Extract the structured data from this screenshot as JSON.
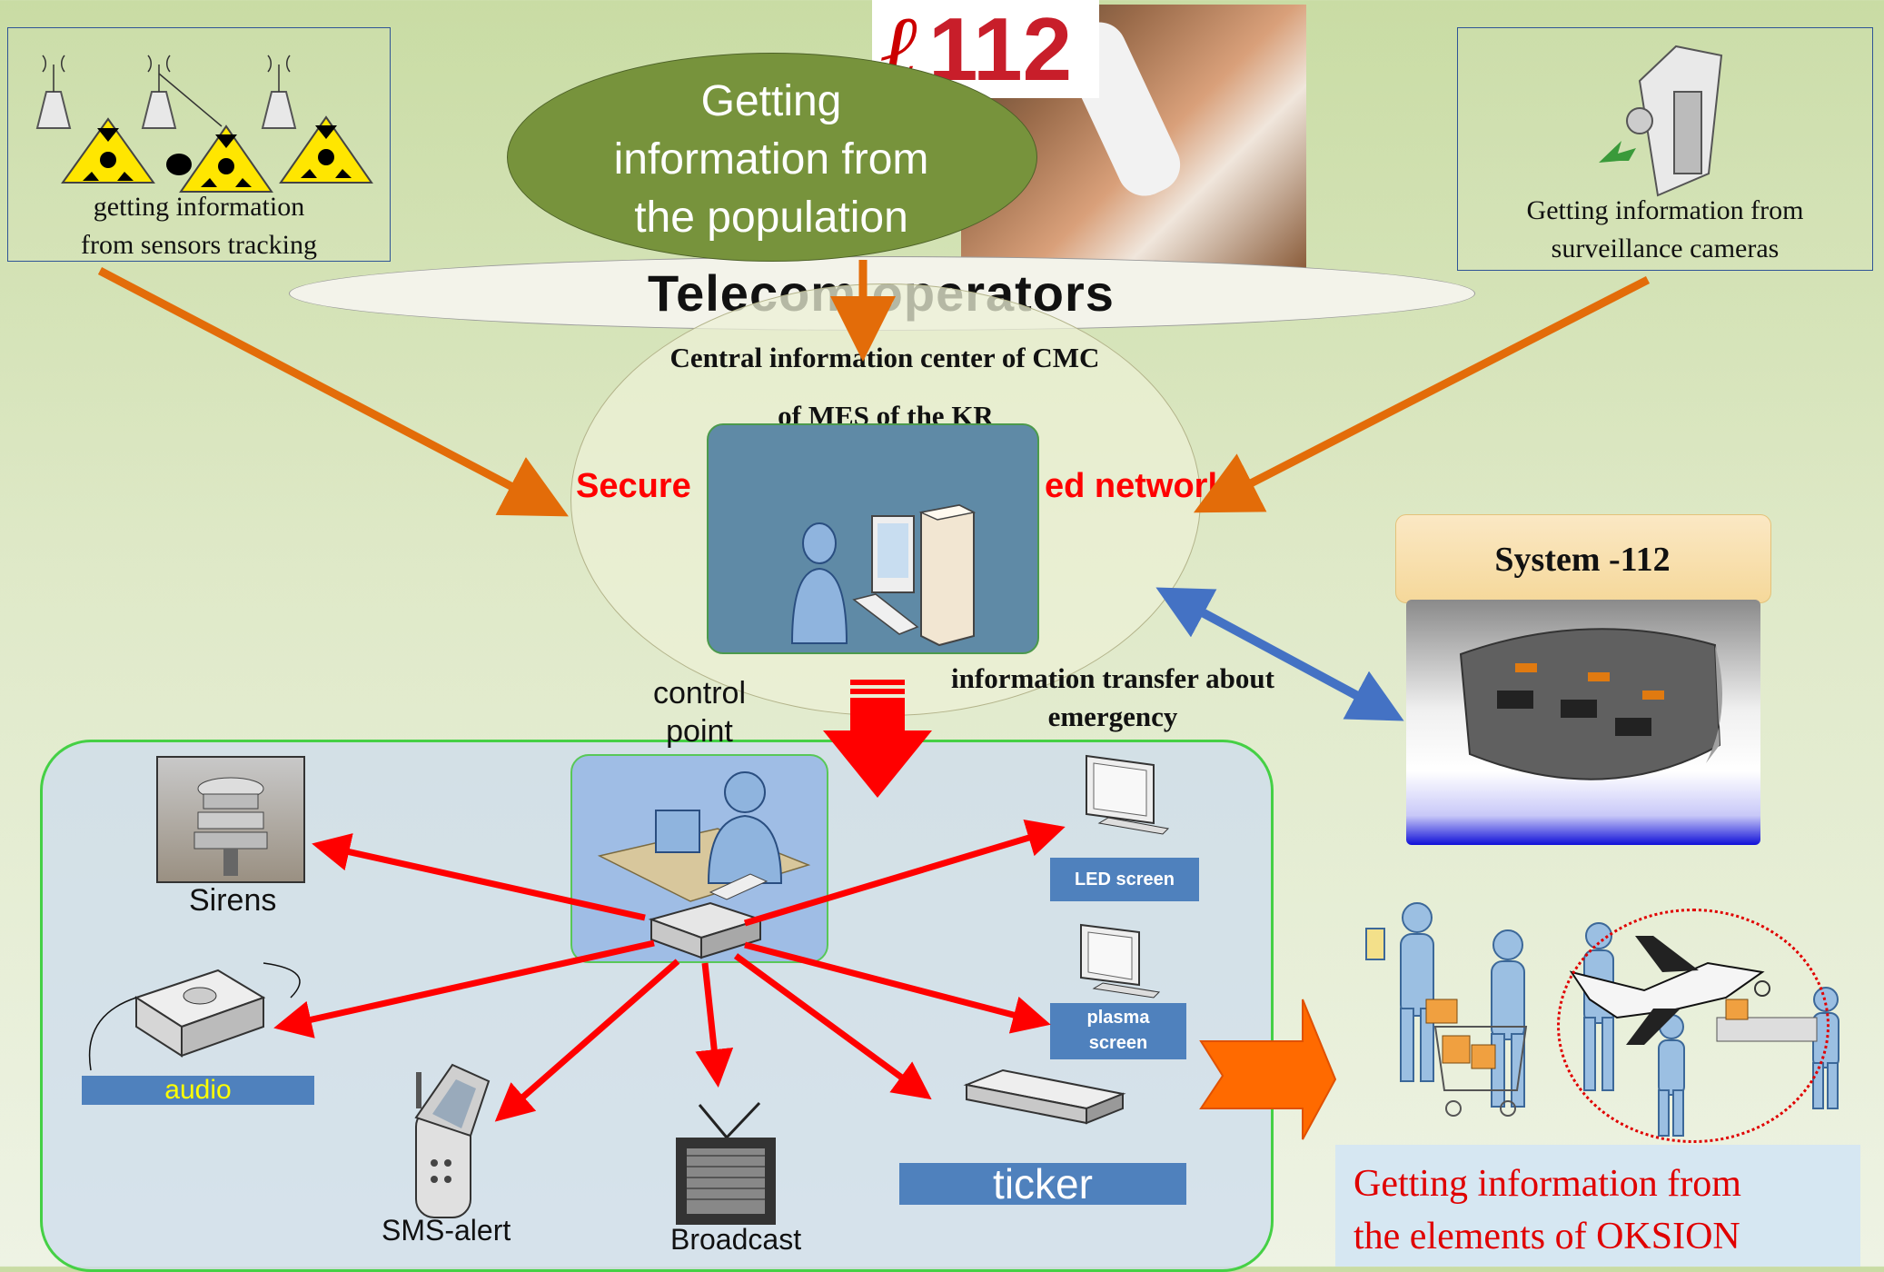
{
  "sensors": {
    "caption_line1": "getting information",
    "caption_line2": "from sensors tracking"
  },
  "phone": {
    "logo_text": "112"
  },
  "population": {
    "line1": "Getting",
    "line2": "information from",
    "line3": "the population"
  },
  "cameras": {
    "caption_line1": "Getting information from",
    "caption_line2": "surveillance cameras"
  },
  "telecom": {
    "label": "Telecom operators"
  },
  "center": {
    "title_line1": "Central information center of CMC",
    "title_line2": "of MES of  the KR",
    "network_left": "Secure",
    "network_right": "ed network"
  },
  "system112": {
    "label": "System -112"
  },
  "transfer": {
    "line1": "information transfer about",
    "line2": "emergency"
  },
  "control": {
    "line1": "control",
    "line2": "point"
  },
  "outputs": {
    "sirens": "Sirens",
    "audio": "audio",
    "sms": "SMS-alert",
    "broadcast": "Broadcast",
    "ticker": "ticker",
    "led": "LED screen",
    "plasma_line1": "plasma",
    "plasma_line2": "screen"
  },
  "oksion": {
    "line1": "Getting information from",
    "line2": "the elements of OKSION"
  },
  "colors": {
    "arrow_orange": "#e36c09",
    "arrow_red": "#ff0000",
    "arrow_blue": "#4472c4",
    "oksion_text": "#e00000"
  }
}
